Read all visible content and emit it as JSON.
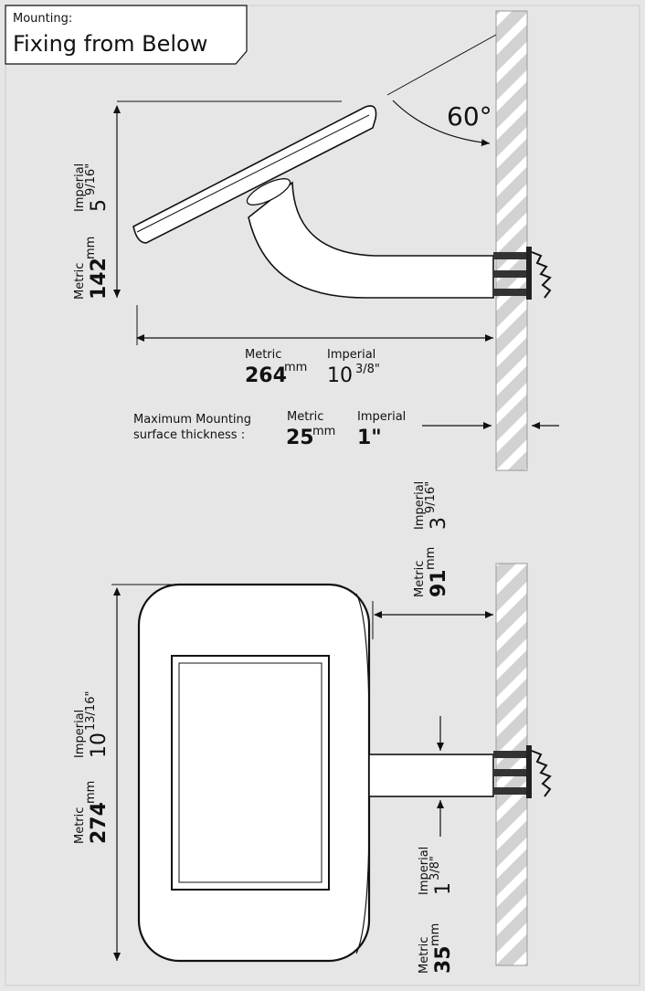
{
  "header": {
    "kicker": "Mounting:",
    "title": "Fixing from Below"
  },
  "angle": {
    "value": "60°"
  },
  "dim_height_top": {
    "imperial_label": "Imperial",
    "imperial_whole": "5",
    "imperial_frac": "9/16\"",
    "metric_label": "Metric",
    "metric_value": "142",
    "metric_unit": "mm"
  },
  "dim_depth": {
    "metric_label": "Metric",
    "metric_value": "264",
    "metric_unit": "mm",
    "imperial_label": "Imperial",
    "imperial_whole": "10",
    "imperial_frac": "3/8\""
  },
  "thickness": {
    "caption_line1": "Maximum Mounting",
    "caption_line2": "surface thickness :",
    "metric_label": "Metric",
    "metric_value": "25",
    "metric_unit": "mm",
    "imperial_label": "Imperial",
    "imperial_value": "1\""
  },
  "dim_offset": {
    "imperial_label": "Imperial",
    "imperial_whole": "3",
    "imperial_frac": "9/16\"",
    "metric_label": "Metric",
    "metric_value": "91",
    "metric_unit": "mm"
  },
  "dim_height_front": {
    "imperial_label": "Imperial",
    "imperial_whole": "10",
    "imperial_frac": "13/16\"",
    "metric_label": "Metric",
    "metric_value": "274",
    "metric_unit": "mm"
  },
  "dim_arm": {
    "imperial_label": "Imperial",
    "imperial_whole": "1",
    "imperial_frac": "3/8\"",
    "metric_label": "Metric",
    "metric_value": "35",
    "metric_unit": "mm"
  },
  "colors": {
    "background": "#e6e6e6",
    "line": "#111111",
    "wall_stripe": "#bdbdbd",
    "device": "#ffffff"
  }
}
